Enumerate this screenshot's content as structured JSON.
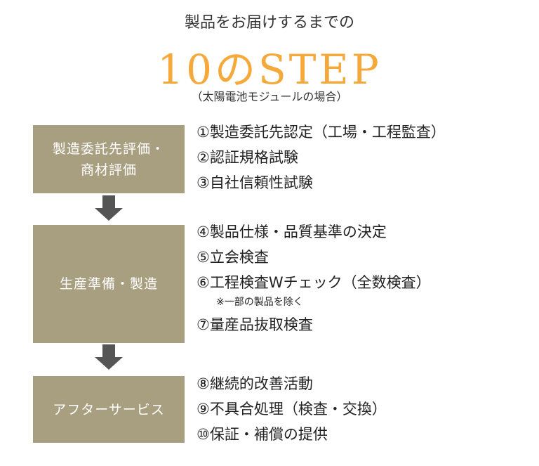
{
  "header": {
    "subtitle": "製品をお届けするまでの",
    "title": "10のSTEP",
    "note": "（太陽電池モジュールの場合）"
  },
  "phases": [
    {
      "label_lines": [
        "製造委託先評価・",
        "商材評価"
      ],
      "steps": [
        "①製造委託先認定（工場・工程監査）",
        "②認証規格試験",
        "③自社信頼性試験"
      ]
    },
    {
      "label_lines": [
        "生産準備・製造"
      ],
      "steps": [
        "④製品仕様・品質基準の決定",
        "⑤立会検査",
        "⑥工程検査Wチェック（全数検査）"
      ],
      "footnote": "※一部の製品を除く",
      "steps_after": [
        "⑦量産品抜取検査"
      ]
    },
    {
      "label_lines": [
        "アフターサービス"
      ],
      "steps": [
        "⑧継続的改善活動",
        "⑨不具合処理（検査・交換）",
        "⑩保証・補償の提供"
      ]
    }
  ],
  "colors": {
    "box": "#a89e80",
    "title": "#f5a93a",
    "arrow": "#555555"
  }
}
